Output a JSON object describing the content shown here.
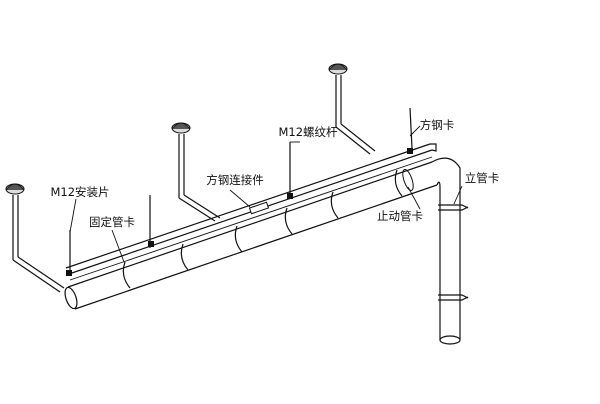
{
  "diagram": {
    "labels": {
      "m12_bracket": "M12安装片",
      "fixed_clamp": "固定管卡",
      "square_steel_connector": "方钢连接件",
      "m12_threaded_rod": "M12螺纹杆",
      "square_steel_clamp": "方钢卡",
      "vertical_pipe_clamp": "立管卡",
      "stop_pipe_clamp": "止动管卡"
    },
    "colors": {
      "line": "#111111",
      "background": "#ffffff",
      "anchor_dark": "#333333"
    }
  }
}
